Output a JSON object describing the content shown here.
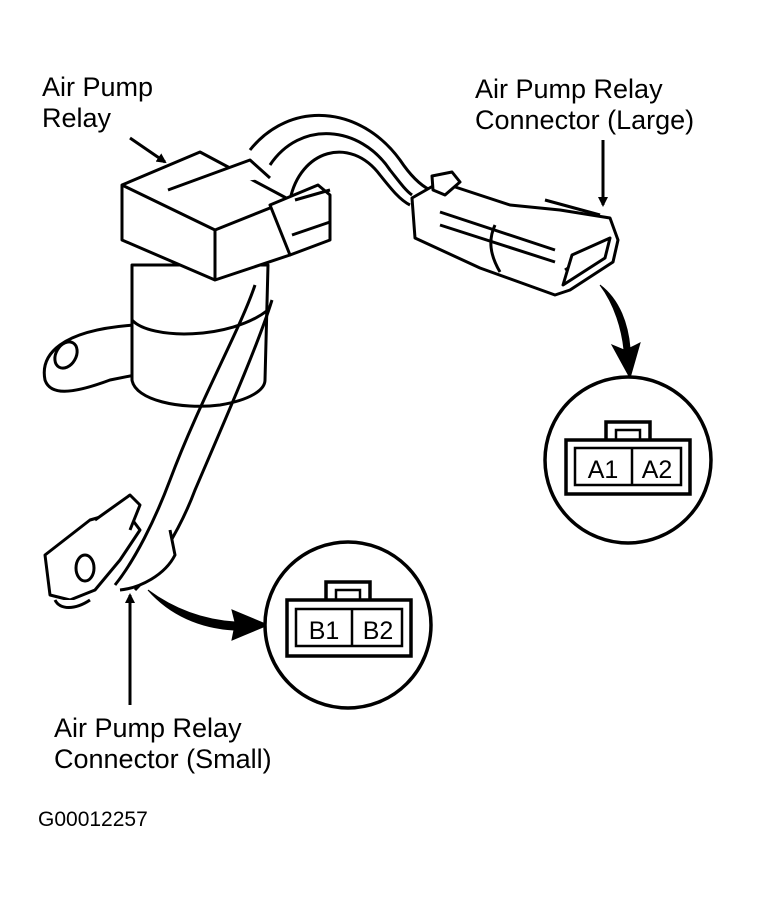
{
  "labels": {
    "relay": [
      "Air Pump",
      "Relay"
    ],
    "large_connector": [
      "Air Pump Relay",
      "Connector (Large)"
    ],
    "small_connector": [
      "Air Pump Relay",
      "Connector (Small)"
    ]
  },
  "connector_views": {
    "large": {
      "pins": [
        "A1",
        "A2"
      ]
    },
    "small": {
      "pins": [
        "B1",
        "B2"
      ]
    }
  },
  "figure_id": "G00012257",
  "colors": {
    "ink": "#000000",
    "background": "#ffffff"
  }
}
